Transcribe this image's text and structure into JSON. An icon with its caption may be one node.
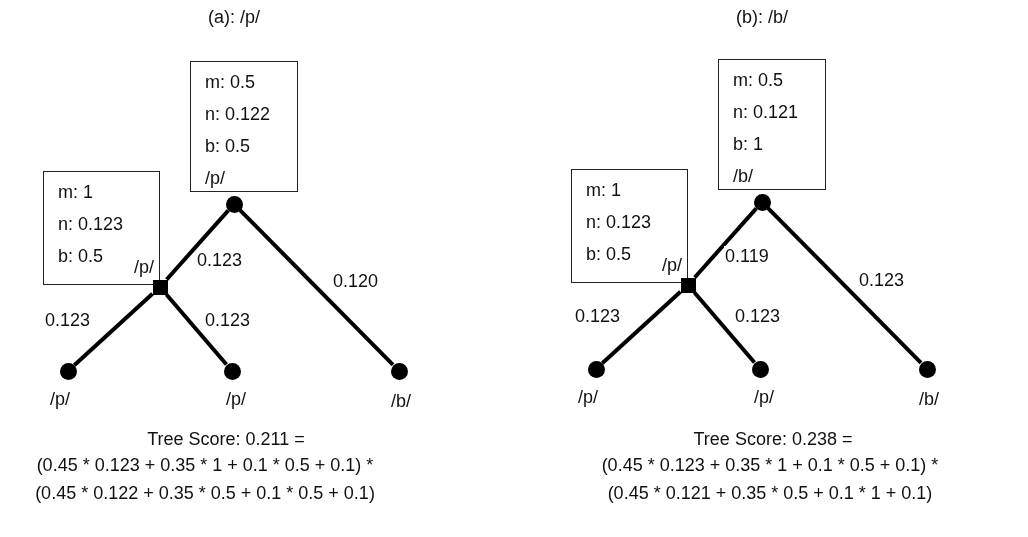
{
  "diagram": {
    "nodes": [
      {
        "text": [
          "m: 0.5",
          "n: 0.122",
          "b: 0.5",
          "/p/"
        ]
      },
      {
        "text": [],
        "shape": "circle"
      },
      {
        "text": [
          "m: 1",
          "n: 0.123",
          "b: 0.5"
        ]
      },
      {
        "text": [],
        "shape": "box",
        "beside": [
          "/p/"
        ]
      },
      {
        "text": [],
        "shape": "circle",
        "beside": [
          "/p/"
        ]
      },
      {
        "text": [],
        "shape": "circle",
        "beside": [
          "/p/"
        ]
      },
      {
        "text": [],
        "shape": "circle",
        "beside": [
          "/b/"
        ]
      },
      {
        "text": [
          "m: 0.5",
          "n: 0.121",
          "b: 1",
          "/b/"
        ]
      },
      {
        "text": [],
        "shape": "circle"
      },
      {
        "text": [
          "m: 1",
          "n: 0.123",
          "b: 0.5"
        ]
      },
      {
        "text": [],
        "shape": "box",
        "beside": [
          "/p/"
        ]
      },
      {
        "text": [],
        "shape": "circle",
        "beside": [
          "/p/"
        ]
      },
      {
        "text": [],
        "shape": "circle",
        "beside": [
          "/p/"
        ]
      },
      {
        "text": [],
        "shape": "circle",
        "beside": [
          "/b/"
        ]
      }
    ],
    "edges": [
      {
        "from": 1,
        "to": 3,
        "arrow": "none",
        "label": "0.123"
      },
      {
        "from": 1,
        "to": 6,
        "arrow": "none",
        "label": "0.120"
      },
      {
        "from": 3,
        "to": 4,
        "arrow": "none",
        "label": "0.123"
      },
      {
        "from": 3,
        "to": 5,
        "arrow": "none",
        "label": "0.123"
      },
      {
        "from": 8,
        "to": 10,
        "arrow": "none",
        "label": "0.119"
      },
      {
        "from": 8,
        "to": 13,
        "arrow": "none",
        "label": "0.123"
      },
      {
        "from": 10,
        "to": 11,
        "arrow": "none",
        "label": "0.123"
      },
      {
        "from": 10,
        "to": 12,
        "arrow": "none",
        "label": "0.123"
      }
    ],
    "labels": [
      "(a): /p/",
      "(b): /b/",
      "Tree Score: 0.211 =",
      "Tree Score: 0.238 =",
      "(0.45 * 0.123 + 0.35 * 1 + 0.1 * 0.5 + 0.1) *",
      "(0.45 * 0.123 + 0.35 * 1 + 0.1 * 0.5 + 0.1) *",
      "(0.45 * 0.122 + 0.35 * 0.5 + 0.1 * 0.5 + 0.1)",
      "(0.45 * 0.121 + 0.35 * 0.5 + 0.1 * 1 + 0.1)"
    ]
  }
}
